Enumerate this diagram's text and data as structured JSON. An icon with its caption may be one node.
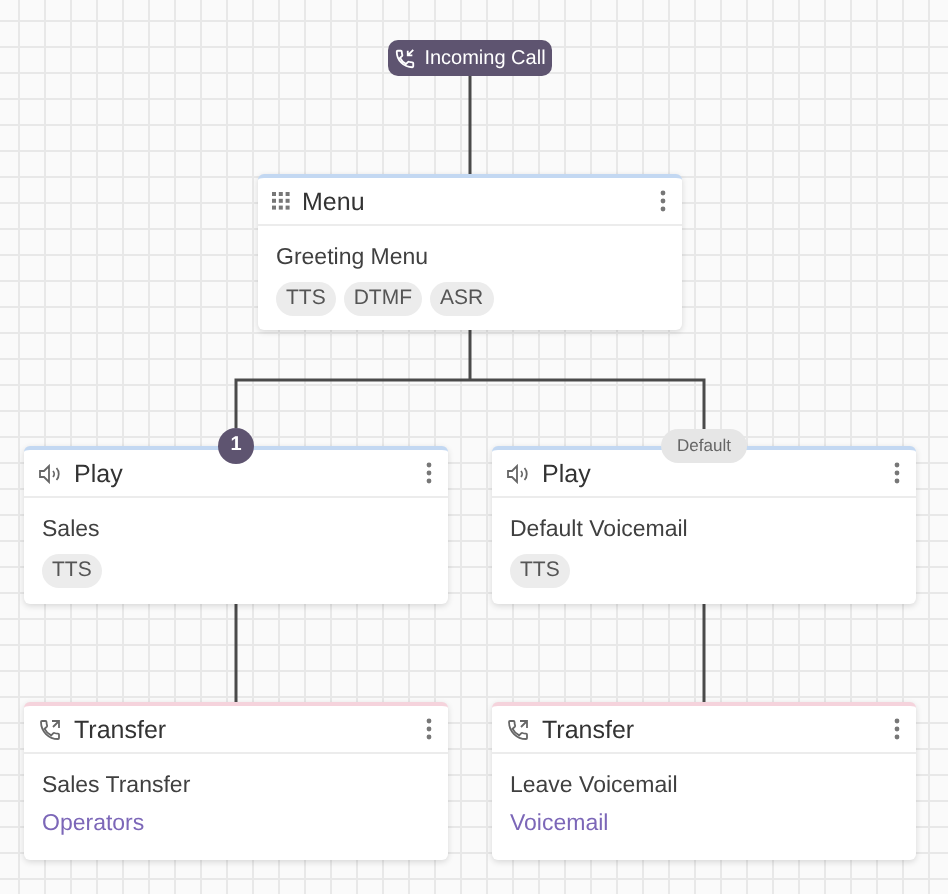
{
  "diagram": {
    "nodes": [
      {
        "text": [
          "Incoming Call"
        ]
      },
      {
        "text": [
          "Menu",
          "Greeting Menu"
        ]
      },
      {
        "text": [
          "TTS"
        ],
        "in": 1
      },
      {
        "text": [
          "DTMF"
        ],
        "in": 1
      },
      {
        "text": [
          "ASR"
        ],
        "in": 1
      },
      {
        "text": [
          "Play",
          "Sales"
        ]
      },
      {
        "text": [
          "TTS"
        ],
        "in": 5
      },
      {
        "text": [
          "Play",
          "Default Voicemail"
        ]
      },
      {
        "text": [
          "TTS"
        ],
        "in": 7
      },
      {
        "text": [
          "Transfer",
          "Sales Transfer",
          "Operators"
        ]
      },
      {
        "text": [
          "Transfer",
          "Leave Voicemail",
          "Voicemail"
        ]
      }
    ],
    "edges": [
      {
        "from": 0,
        "to": 1,
        "arrow": "none"
      },
      {
        "from": 1,
        "to": 5,
        "arrow": "none",
        "label": "1"
      },
      {
        "from": 1,
        "to": 7,
        "arrow": "none",
        "label": "Default"
      },
      {
        "from": 5,
        "to": 9,
        "arrow": "none"
      },
      {
        "from": 7,
        "to": 10,
        "arrow": "none"
      }
    ]
  }
}
